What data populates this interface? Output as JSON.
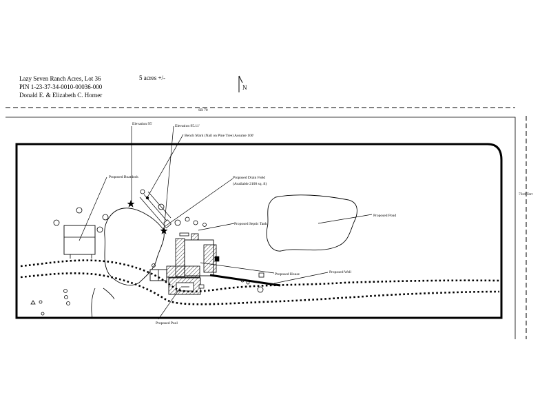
{
  "header": {
    "line1": "Lazy Seven Ranch Acres, Lot 36",
    "line2": "PIN 1-23-37-34-0010-00036-000",
    "line3": "Donald E. & Elizabeth C. Horner",
    "acreage": "5 acres +/-",
    "north": "N"
  },
  "roads": {
    "top_road": "SR 70",
    "side_road": "73rd Terr"
  },
  "labels": {
    "elevation_1": "Elevation 95'",
    "elevation_2": "Elevation 95.11'",
    "bench_mark": "Bench Mark (Nail on Pine Tree) Assume 100'",
    "boat_ramp": "Proposed Boatdock",
    "drain_field_1": "Proposed Drain Field",
    "drain_field_2": "(Available 2100 sq. ft)",
    "septic_tank": "Proposed Septic Tank",
    "pond": "Proposed Pond",
    "house": "Proposed House",
    "well": "Proposed Well",
    "pool": "Proposed Pool"
  }
}
